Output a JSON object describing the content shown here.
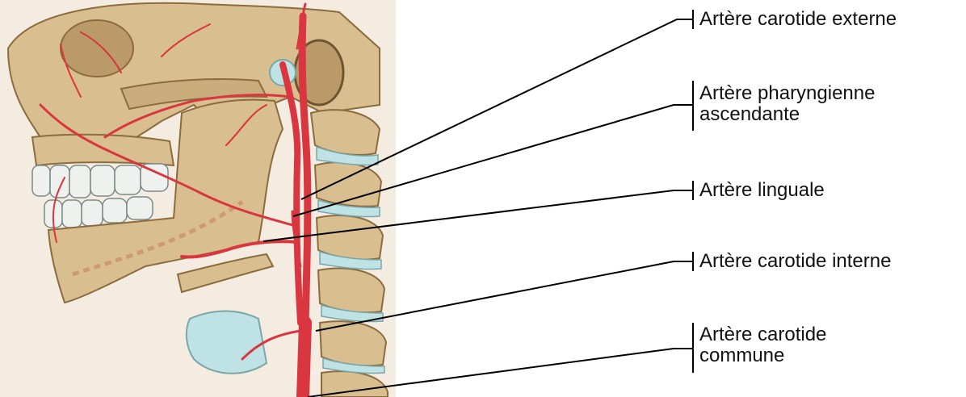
{
  "labels": {
    "external_carotid": "Artère carotide externe",
    "ascending_pharyngeal_line1": "Artère pharyngienne",
    "ascending_pharyngeal_line2": "ascendante",
    "lingual": "Artère linguale",
    "internal_carotid": "Artère carotide interne",
    "common_carotid_line1": "Artère carotide",
    "common_carotid_line2": "commune"
  },
  "colors": {
    "bone": "#d9bf8f",
    "bone_shade": "#b99a68",
    "cartilage": "#bfe3e5",
    "artery": "#d9363f",
    "leader_line": "#000000"
  }
}
